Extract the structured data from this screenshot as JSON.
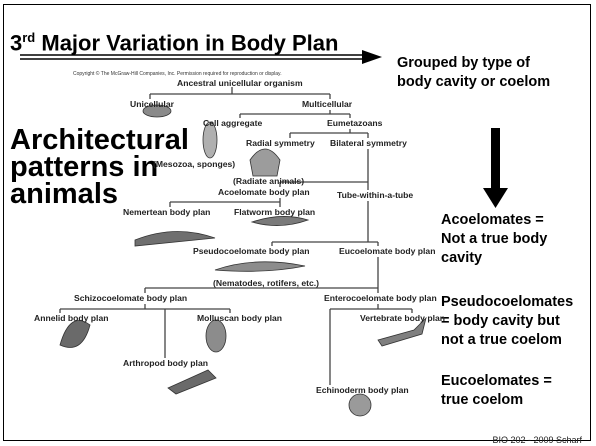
{
  "slide": {
    "title_prefix": "3",
    "title_suffix": "rd",
    "title_rest": " Major Variation in Body Plan",
    "grouping_note": [
      "Grouped by type of",
      "body cavity or coelom"
    ],
    "architectural": [
      "Architectural",
      "patterns in",
      "animals"
    ],
    "acoelomates": [
      "Acoelomates =",
      "Not a true body",
      "cavity"
    ],
    "pseudocoelomates": [
      "Pseudocoelomates",
      "= body cavity but",
      "not a true coelom"
    ],
    "eucoelomates": [
      "Eucoelomates =",
      "true coelom"
    ],
    "footer": "BIO 202 - 2009 Scharf"
  },
  "figure": {
    "copyright": "Copyright © The McGraw-Hill Companies, Inc. Permission required for reproduction or display.",
    "root": "Ancestral unicellular organism",
    "unicellular": "Unicellular",
    "multicellular": "Multicellular",
    "cell_aggregate": "Cell aggregate",
    "eumetazoans": "Eumetazoans",
    "radial_symmetry": "Radial symmetry",
    "bilateral_symmetry": "Bilateral symmetry",
    "mesozoa": "(Mesozoa, sponges)",
    "radiate": "(Radiate animals)",
    "acoelomate": "Acoelomate body plan",
    "tube": "Tube-within-a-tube",
    "nemertean": "Nemertean body plan",
    "flatworm": "Flatworm body plan",
    "pseudocoelomate": "Pseudocoelomate body plan",
    "eucoelomate": "Eucoelomate body plan",
    "nematodes": "(Nematodes, rotifers, etc.)",
    "schizocoelomate": "Schizocoelomate body plan",
    "enterocoelomate": "Enterocoelomate body plan",
    "annelid": "Annelid body plan",
    "molluscan": "Molluscan body plan",
    "vertebrate": "Vertebrate body plan",
    "arthropod": "Arthropod body plan",
    "echinoderm": "Echinoderm body plan"
  }
}
